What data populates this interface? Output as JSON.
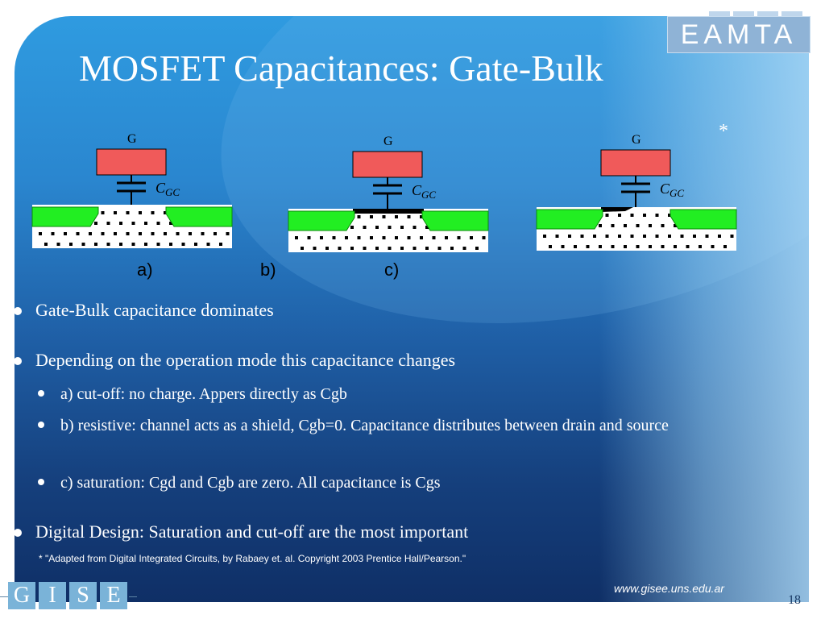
{
  "slide": {
    "title": "MOSFET Capacitances: Gate-Bulk",
    "asterisk": "*",
    "logo_eamta": "EAMTA",
    "diagrams": {
      "gate_label": "G",
      "cap_label_main": "C",
      "cap_label_sub": "GC",
      "case_labels": [
        "a)",
        "b)",
        "c)"
      ]
    },
    "bullets": [
      {
        "level": 1,
        "text": "Gate-Bulk capacitance dominates"
      },
      {
        "level": 1,
        "text": "Depending on the operation mode this capacitance changes"
      },
      {
        "level": 2,
        "text": "a) cut-off: no charge. Appers directly as Cgb"
      },
      {
        "level": 2,
        "text": "b) resistive: channel acts as a shield, Cgb=0. Capacitance distributes between drain and source"
      },
      {
        "level": 2,
        "text": "c) saturation: Cgd and Cgb are zero. All capacitance is Cgs"
      },
      {
        "level": 1,
        "text": "Digital Design: Saturation and cut-off are the most important"
      }
    ],
    "footnote": "* \"Adapted from Digital Integrated Circuits, by Rabaey et. al. Copyright 2003 Prentice Hall/Pearson.\"",
    "logo_gise": [
      "G",
      "I",
      "S",
      "E"
    ],
    "website": "www.gisee.uns.edu.ar",
    "page_number": "18"
  },
  "colors": {
    "gate": "#f05a5a",
    "diffusion": "#22ee22",
    "substrate": "#ffffff",
    "dots": "#000000"
  }
}
